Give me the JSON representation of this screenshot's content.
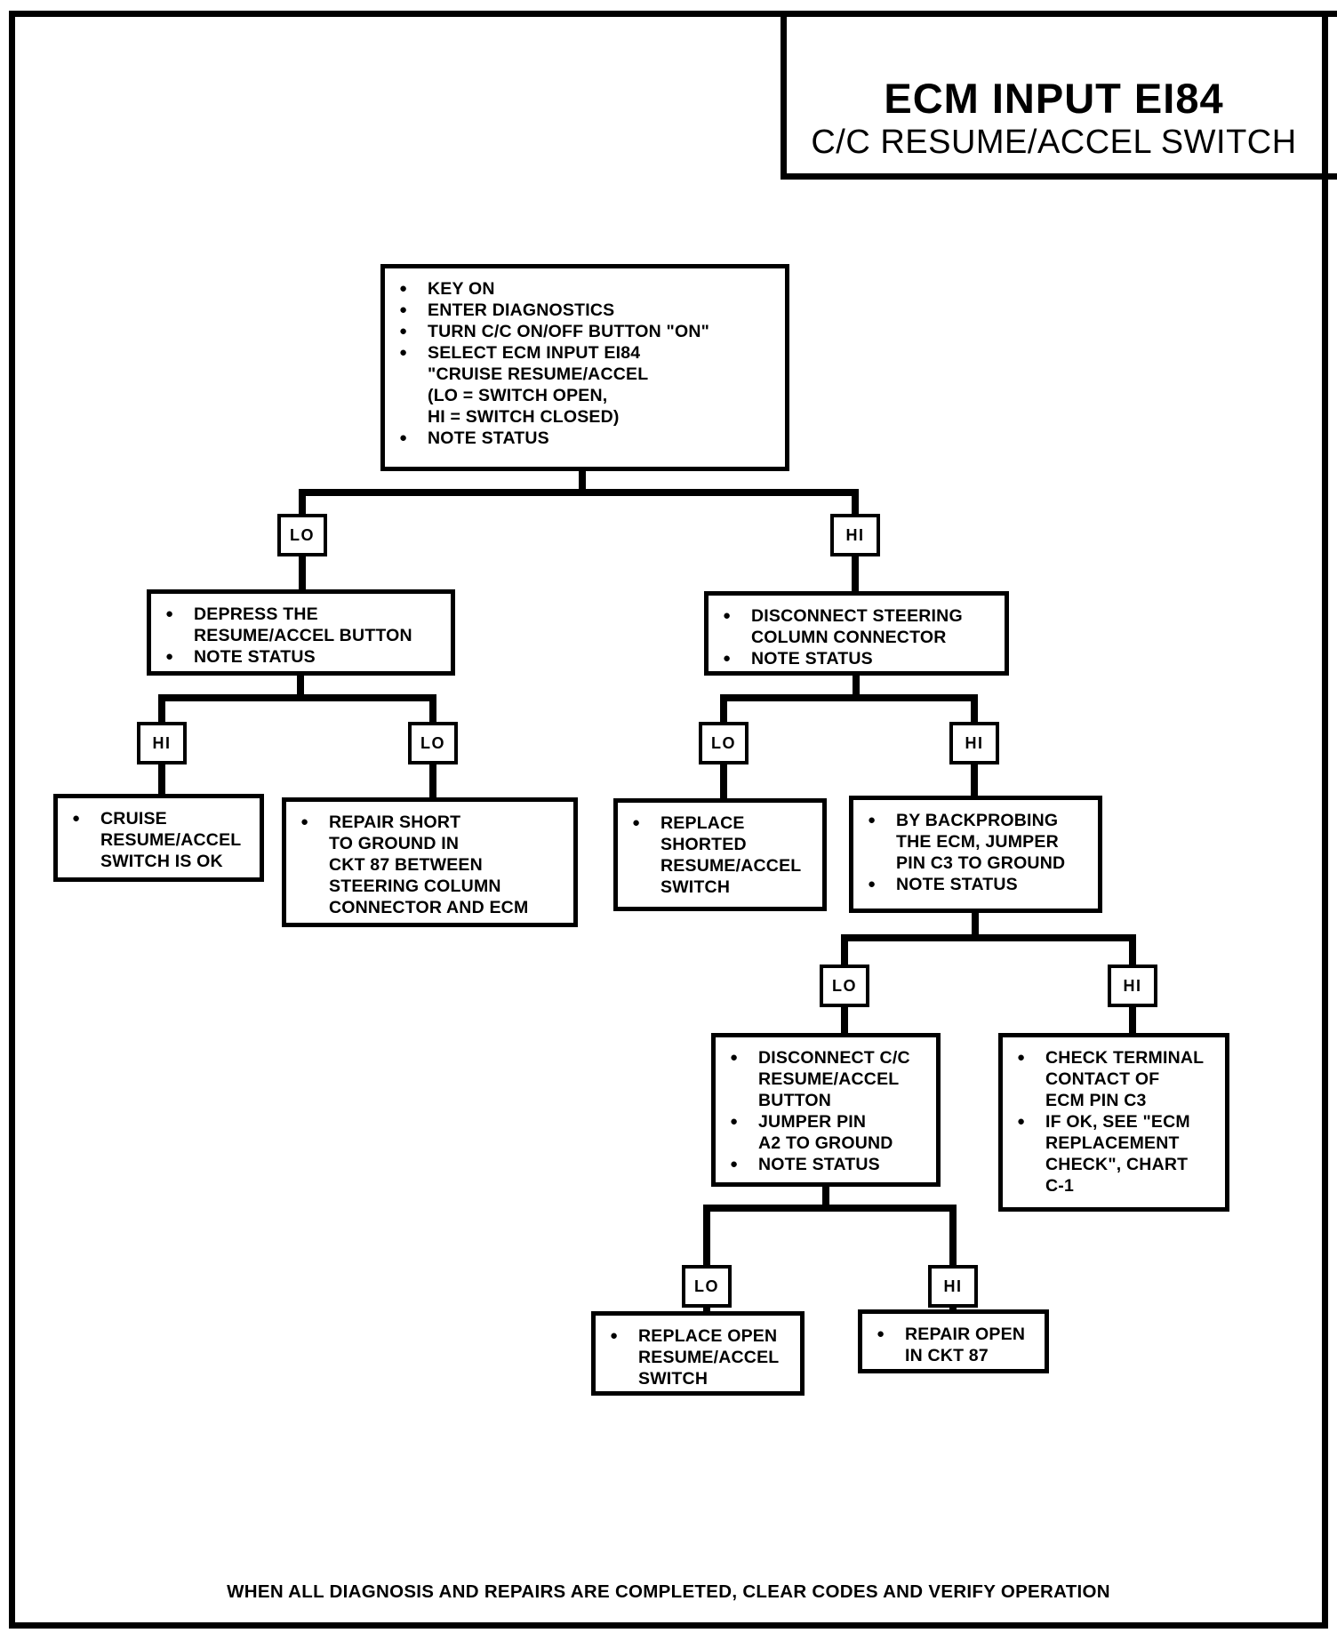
{
  "icons": {
    "bullet": "●"
  },
  "labels": {
    "lo": "LO",
    "hi": "HI"
  },
  "title": {
    "line1": "ECM INPUT EI84",
    "line2": "C/C RESUME/ACCEL SWITCH"
  },
  "footer": "WHEN ALL DIAGNOSIS AND REPAIRS ARE COMPLETED, CLEAR CODES AND VERIFY OPERATION",
  "nodes": {
    "start": {
      "lines": [
        "KEY ON",
        "ENTER DIAGNOSTICS",
        "TURN C/C ON/OFF BUTTON \"ON\"",
        "SELECT ECM INPUT EI84",
        "\"CRUISE RESUME/ACCEL",
        "(LO = SWITCH OPEN,",
        "HI = SWITCH CLOSED)",
        "NOTE STATUS"
      ]
    },
    "depress": {
      "lines": [
        "DEPRESS THE",
        "RESUME/ACCEL BUTTON",
        "NOTE STATUS"
      ]
    },
    "disconnect_steering": {
      "lines": [
        "DISCONNECT STEERING",
        "COLUMN CONNECTOR",
        "NOTE STATUS"
      ]
    },
    "cruise_ok": {
      "lines": [
        "CRUISE",
        "RESUME/ACCEL",
        "SWITCH IS OK"
      ]
    },
    "repair_short": {
      "lines": [
        "REPAIR SHORT",
        "TO GROUND IN",
        "CKT 87 BETWEEN",
        "STEERING COLUMN",
        "CONNECTOR AND ECM"
      ]
    },
    "replace_shorted": {
      "lines": [
        "REPLACE",
        "SHORTED",
        "RESUME/ACCEL",
        "SWITCH"
      ]
    },
    "backprobe": {
      "lines": [
        "BY BACKPROBING",
        "THE ECM, JUMPER",
        "PIN C3 TO GROUND",
        "NOTE STATUS"
      ]
    },
    "disconnect_cc": {
      "lines": [
        "DISCONNECT C/C",
        "RESUME/ACCEL",
        "BUTTON",
        "JUMPER PIN",
        "A2 TO GROUND",
        "NOTE STATUS"
      ]
    },
    "check_terminal": {
      "lines": [
        "CHECK TERMINAL",
        "CONTACT OF",
        "ECM PIN C3",
        "IF OK, SEE \"ECM",
        "REPLACEMENT",
        "CHECK\", CHART",
        "C-1"
      ]
    },
    "replace_open": {
      "lines": [
        "REPLACE OPEN",
        "RESUME/ACCEL",
        "SWITCH"
      ]
    },
    "repair_open": {
      "lines": [
        "REPAIR OPEN",
        "IN CKT 87"
      ]
    }
  }
}
